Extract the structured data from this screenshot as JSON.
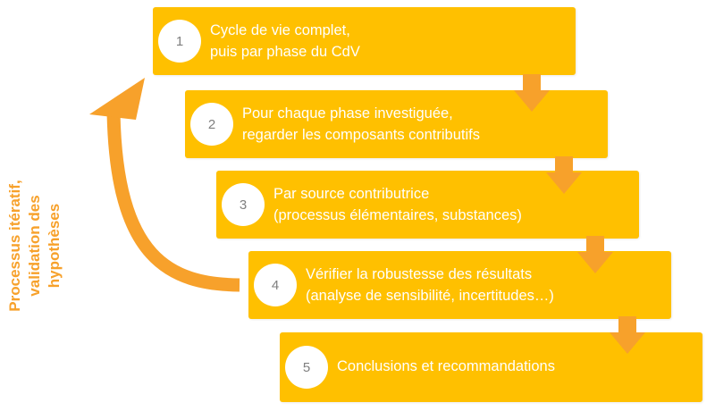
{
  "colors": {
    "step_fill": "#FFC000",
    "connector_fill": "#F7A12B",
    "cycle_arrow": "#F7A12B",
    "label_text": "#F7A12B",
    "badge_fill": "#FFFFFF",
    "badge_text": "#7F7F7F"
  },
  "side_label": {
    "line1": "Processus itératif,",
    "line2": "validation des",
    "line3": "hypothèses"
  },
  "steps": [
    {
      "number": "1",
      "line1": "Cycle de vie complet,",
      "line2": "puis par phase du CdV"
    },
    {
      "number": "2",
      "line1": "Pour chaque phase investiguée,",
      "line2": "regarder les composants contributifs"
    },
    {
      "number": "3",
      "line1": "Par source contributrice",
      "line2": "(processus élémentaires, substances)"
    },
    {
      "number": "4",
      "line1": "Vérifier la robustesse des résultats",
      "line2": "(analyse de sensibilité, incertitudes…)"
    },
    {
      "number": "5",
      "line1": "Conclusions et recommandations",
      "line2": ""
    }
  ]
}
